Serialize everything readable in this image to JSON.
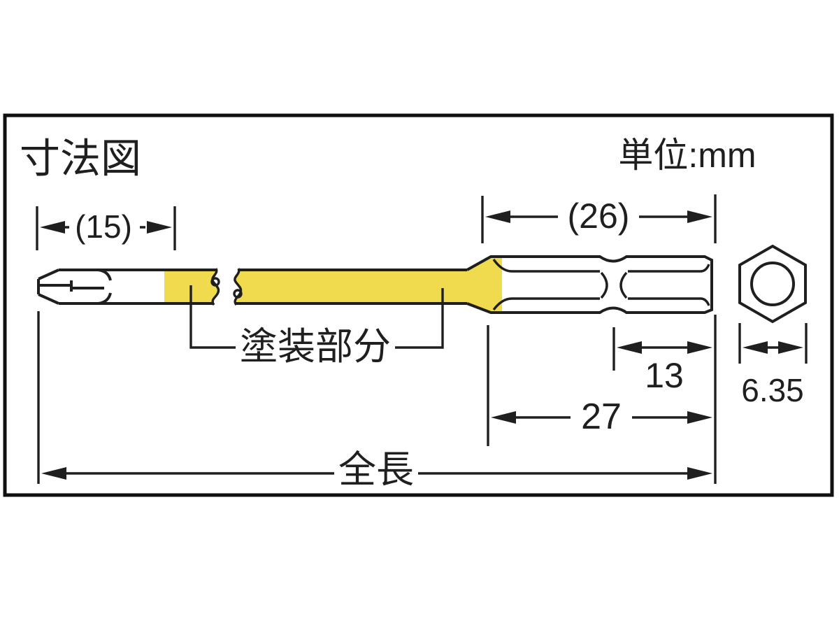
{
  "header": {
    "title": "寸法図",
    "unit_label": "単位:mm"
  },
  "labels": {
    "tip_length": "(15)",
    "hex_section_length": "(26)",
    "groove_to_end": "13",
    "shank_length": "27",
    "hex_width_across_flats": "6.35",
    "overall_length": "全長",
    "painted_part": "塗装部分"
  },
  "colors": {
    "paint_yellow": "#efdb4d",
    "line": "#1f1f1f",
    "background": "#ffffff"
  }
}
